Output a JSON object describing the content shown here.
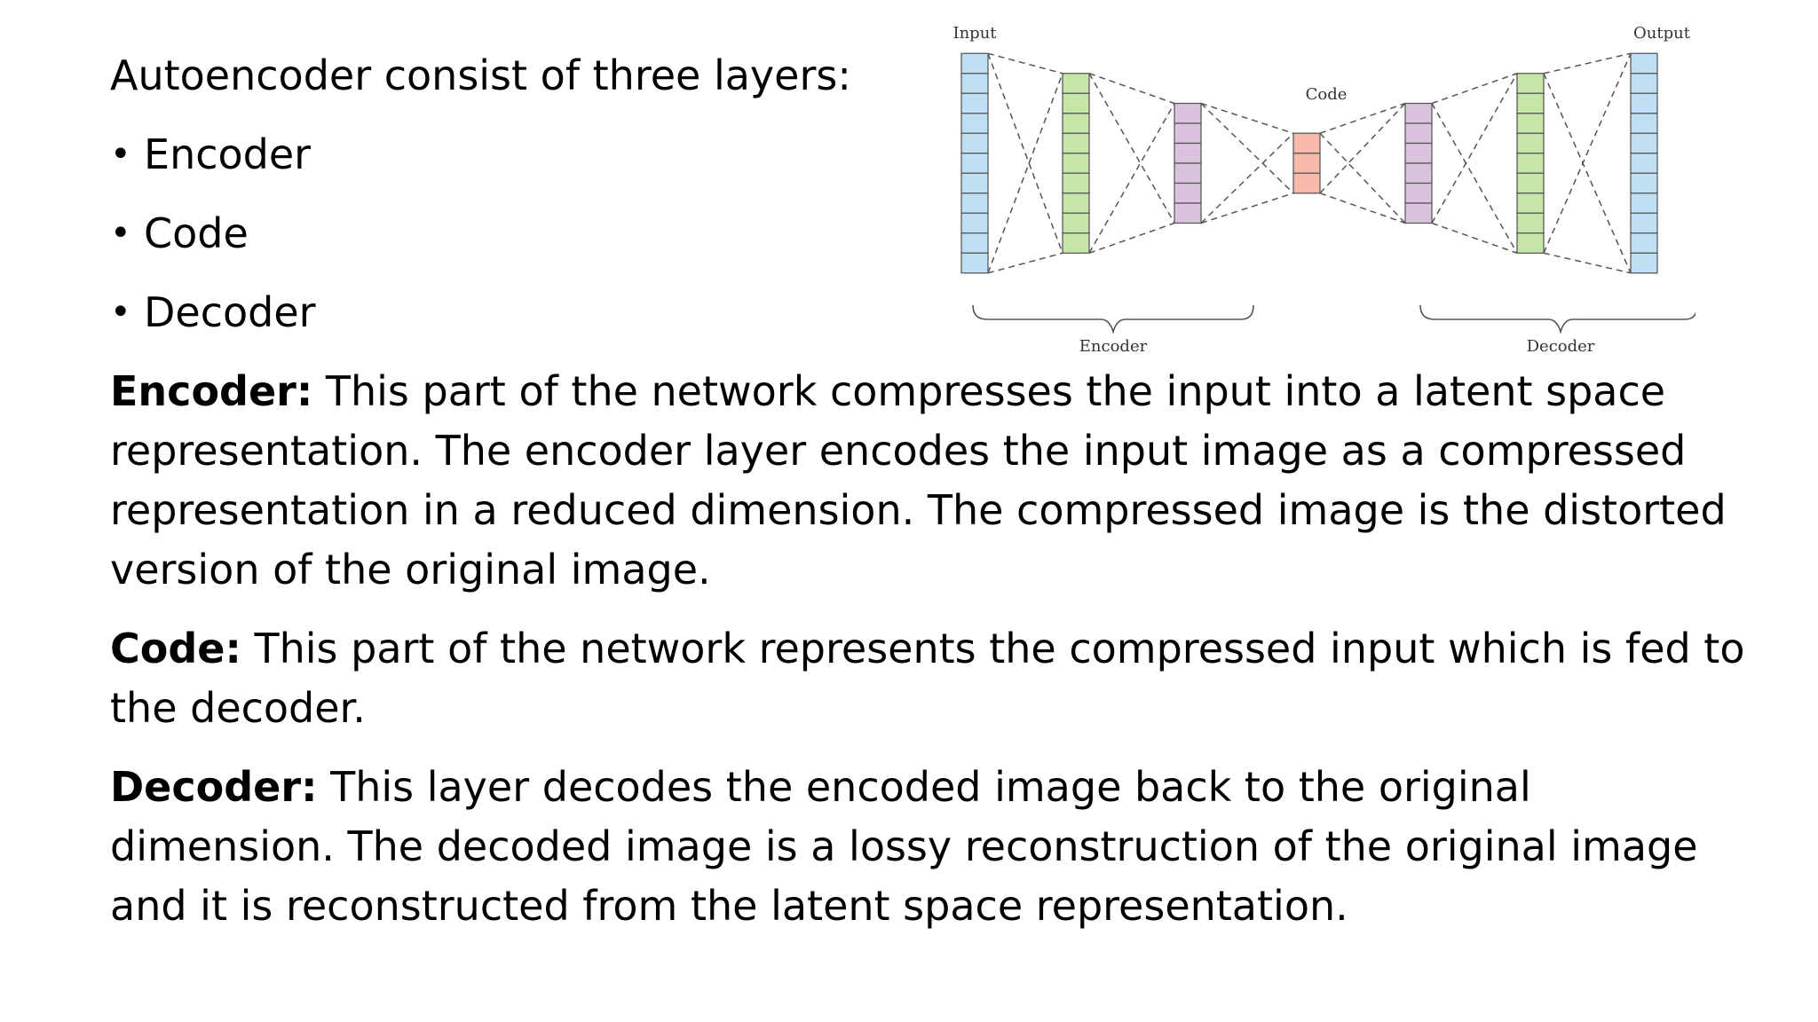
{
  "slide": {
    "heading": "Autoencoder consist of three layers:",
    "bullets": [
      "Encoder",
      "Code",
      "Decoder"
    ],
    "paragraphs": [
      {
        "term": "Encoder:",
        "text": " This part of the network compresses the input into a latent space representation. The encoder layer encodes the input image as a compressed representation in a reduced dimension. The compressed image is the distorted version of the original image."
      },
      {
        "term": "Code:",
        "text": " This part of the network represents the compressed input which is fed to the decoder."
      },
      {
        "term": "Decoder:",
        "text": " This layer decodes the encoded image back to the original dimension. The decoded image is a lossy reconstruction of the original image and it is reconstructed from the latent space representation."
      }
    ]
  },
  "diagram": {
    "labels": {
      "input": "Input",
      "output": "Output",
      "code": "Code",
      "encoder": "Encoder",
      "decoder": "Decoder"
    },
    "layers": [
      {
        "name": "input",
        "cells": 11,
        "color": "#bfe0f4"
      },
      {
        "name": "encoder-hidden-1",
        "cells": 9,
        "color": "#c6e5a8"
      },
      {
        "name": "encoder-hidden-2",
        "cells": 6,
        "color": "#d9c2dc"
      },
      {
        "name": "code",
        "cells": 3,
        "color": "#f7b9a9"
      },
      {
        "name": "decoder-hidden-1",
        "cells": 6,
        "color": "#d9c2dc"
      },
      {
        "name": "decoder-hidden-2",
        "cells": 9,
        "color": "#c6e5a8"
      },
      {
        "name": "output",
        "cells": 11,
        "color": "#bfe0f4"
      }
    ]
  }
}
